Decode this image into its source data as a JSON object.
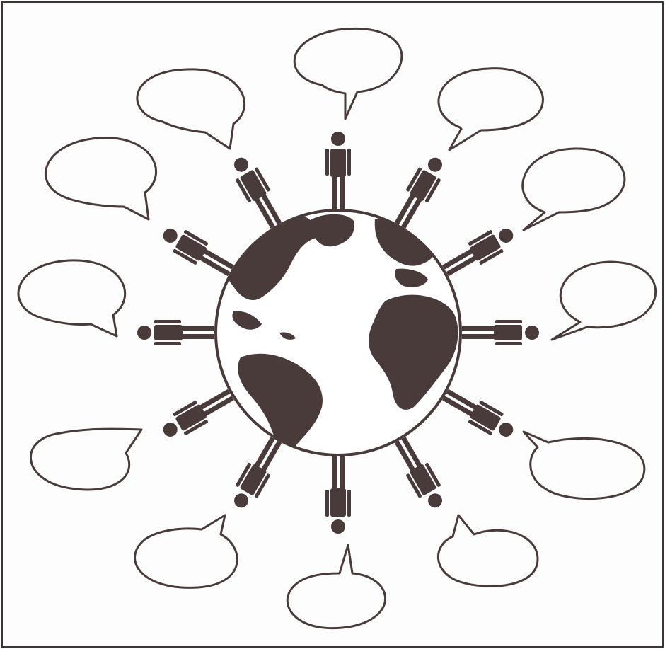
{
  "colors": {
    "ink": "#4a3b3b",
    "paper": "#fdfdfd",
    "frame": "#3f3333"
  },
  "diagram": {
    "center": "globe",
    "people": [
      {
        "id": "p1",
        "angle": -90,
        "bubble": "top"
      },
      {
        "id": "p2",
        "angle": -60,
        "bubble": "top-right"
      },
      {
        "id": "p3",
        "angle": -30,
        "bubble": "upper-right"
      },
      {
        "id": "p4",
        "angle": 0,
        "bubble": "right"
      },
      {
        "id": "p5",
        "angle": 30,
        "bubble": "lower-right"
      },
      {
        "id": "p6",
        "angle": 60,
        "bubble": "bottom-right"
      },
      {
        "id": "p7",
        "angle": 90,
        "bubble": "bottom"
      },
      {
        "id": "p8",
        "angle": 120,
        "bubble": "bottom-left"
      },
      {
        "id": "p9",
        "angle": 150,
        "bubble": "lower-left"
      },
      {
        "id": "p10",
        "angle": 180,
        "bubble": "left"
      },
      {
        "id": "p11",
        "angle": 210,
        "bubble": "upper-left"
      },
      {
        "id": "p12",
        "angle": 240,
        "bubble": "top-left"
      }
    ],
    "speech_bubbles": [
      {
        "text": ""
      },
      {
        "text": ""
      },
      {
        "text": ""
      },
      {
        "text": ""
      },
      {
        "text": ""
      },
      {
        "text": ""
      },
      {
        "text": ""
      },
      {
        "text": ""
      },
      {
        "text": ""
      },
      {
        "text": ""
      },
      {
        "text": ""
      },
      {
        "text": ""
      }
    ]
  }
}
